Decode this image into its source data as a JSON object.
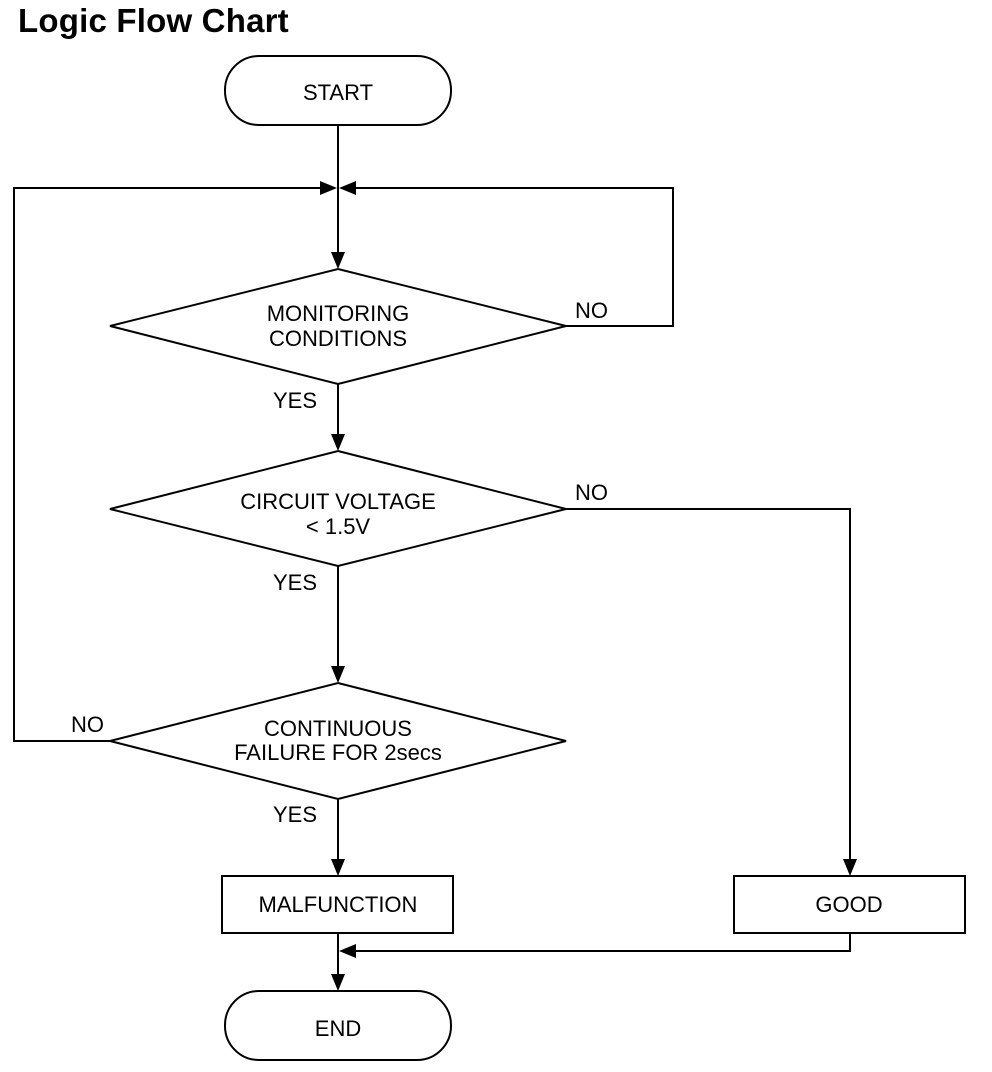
{
  "title": "Logic Flow Chart",
  "nodes": {
    "start": "START",
    "decision_monitoring": [
      "MONITORING",
      "CONDITIONS"
    ],
    "decision_voltage": [
      "CIRCUIT VOLTAGE",
      "< 1.5V"
    ],
    "decision_continuous": [
      "CONTINUOUS",
      "FAILURE FOR 2secs"
    ],
    "malfunction": "MALFUNCTION",
    "good": "GOOD",
    "end": "END"
  },
  "edge_labels": {
    "monitoring_no": "NO",
    "monitoring_yes": "YES",
    "voltage_no": "NO",
    "voltage_yes": "YES",
    "continuous_no": "NO",
    "continuous_yes": "YES"
  }
}
